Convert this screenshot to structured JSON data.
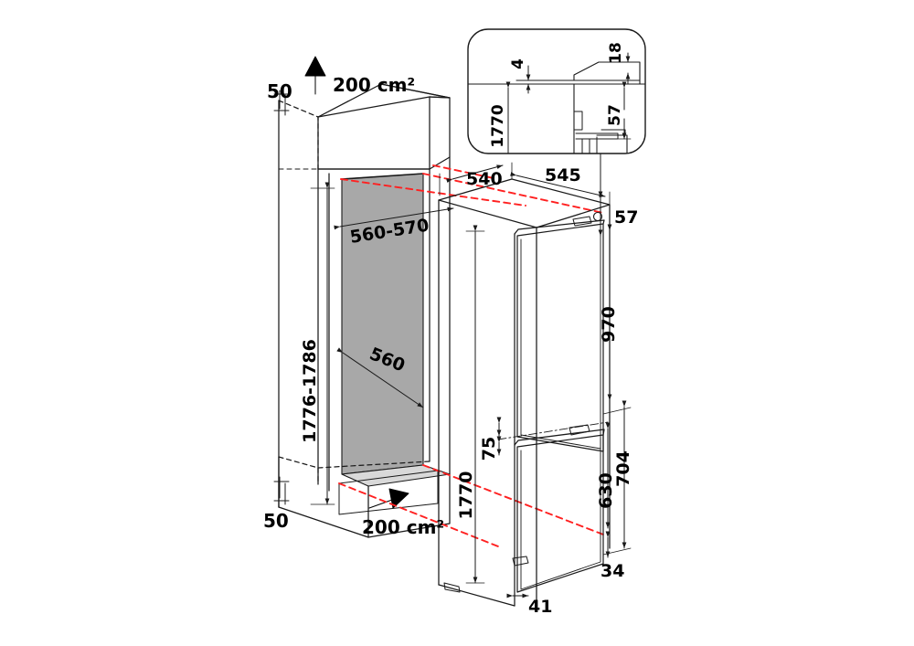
{
  "drawing": {
    "title": "Built-in fridge-freezer installation dimensions",
    "units": "mm",
    "colors": {
      "line": "#1a1a1a",
      "alignment_guide": "#ff2020",
      "panel_fill": "#a8a8a8",
      "floor_fill": "#d9d9d9",
      "background": "#ffffff"
    }
  },
  "niche_diagram": {
    "name": "cabinet-niche-view",
    "labels": {
      "top_vent_area": "200 cm²",
      "top_gap": "50",
      "niche_width_range": "560-570",
      "niche_depth": "560",
      "niche_height_range": "1776-1786",
      "bottom_gap": "50",
      "bottom_vent_area": "200 cm²"
    },
    "airflow": {
      "top_arrow_direction": "up",
      "bottom_arrow_direction": "in-left"
    }
  },
  "appliance_diagram": {
    "name": "appliance-view",
    "labels": {
      "top_depth": "540",
      "top_width": "545",
      "hinge_offset": "57",
      "fridge_door_height": "970",
      "door_gap": "75",
      "freezer_door_height": "630",
      "lower_section_height": "704",
      "plinth_height": "34",
      "total_height": "1770",
      "foot_offset": "41"
    }
  },
  "detail_inset": {
    "name": "hinge-detail-inset",
    "labels": {
      "panel_thickness": "4",
      "top_clearance": "18",
      "hinge_depth": "57",
      "niche_height": "1770"
    }
  }
}
